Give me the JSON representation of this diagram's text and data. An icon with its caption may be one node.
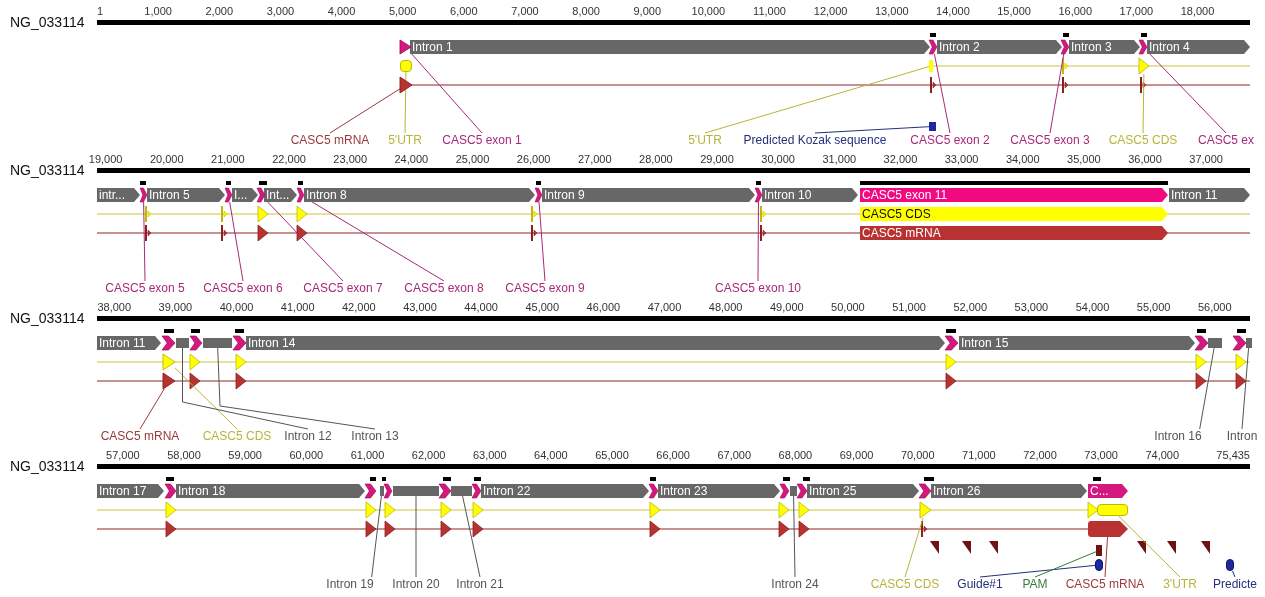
{
  "diagram": {
    "nodes": [
      {
        "text": [
          "Intron 1"
        ]
      },
      {
        "text": [
          "Intron 2"
        ]
      },
      {
        "text": [
          "Intron 3"
        ]
      },
      {
        "text": [
          "Intron 4"
        ]
      },
      {
        "text": [],
        "shape": "triangle"
      },
      {
        "text": [],
        "shape": "chevron"
      },
      {
        "text": [],
        "shape": "chevron"
      },
      {
        "text": [],
        "shape": "chevron"
      },
      {
        "text": [],
        "shape": "box"
      },
      {
        "text": [],
        "shape": "bar"
      },
      {
        "text": [],
        "shape": "triangle"
      },
      {
        "text": [],
        "shape": "triangle"
      },
      {
        "text": [],
        "shape": "bar"
      },
      {
        "text": [
          "CASC5 mRNA"
        ]
      },
      {
        "text": [
          "5'UTR"
        ]
      },
      {
        "text": [
          "CASC5 exon 1"
        ]
      },
      {
        "text": [
          "5'UTR"
        ]
      },
      {
        "text": [
          "Predicted Kozak sequence"
        ]
      },
      {
        "text": [
          "CASC5 exon 2"
        ]
      },
      {
        "text": [
          "CASC5 exon 3"
        ]
      },
      {
        "text": [
          "CASC5 CDS"
        ]
      },
      {
        "text": [
          "CASC5 ex"
        ]
      },
      {
        "text": [
          "intr..."
        ]
      },
      {
        "text": [
          "Intron 5"
        ]
      },
      {
        "text": [
          "I..."
        ]
      },
      {
        "text": [
          "Int..."
        ]
      },
      {
        "text": [
          "Intron 8"
        ]
      },
      {
        "text": [
          "Intron 9"
        ]
      },
      {
        "text": [
          "Intron 10"
        ]
      },
      {
        "text": [
          "CASC5 exon 11"
        ]
      },
      {
        "text": [
          "Intron 11"
        ]
      },
      {
        "text": [],
        "shape": "chevron"
      },
      {
        "text": [],
        "shape": "chevron"
      },
      {
        "text": [],
        "shape": "chevron"
      },
      {
        "text": [],
        "shape": "chevron"
      },
      {
        "text": [],
        "shape": "chevron"
      },
      {
        "text": [],
        "shape": "chevron"
      },
      {
        "text": [
          "CASC5 CDS"
        ]
      },
      {
        "text": [
          "CASC5 mRNA"
        ]
      },
      {
        "text": [
          "CASC5 exon 5"
        ]
      },
      {
        "text": [
          "CASC5 exon 6"
        ]
      },
      {
        "text": [
          "CASC5 exon 7"
        ]
      },
      {
        "text": [
          "CASC5 exon 8"
        ]
      },
      {
        "text": [
          "CASC5 exon 9"
        ]
      },
      {
        "text": [
          "CASC5 exon 10"
        ]
      },
      {
        "text": [
          "Intron 11"
        ]
      },
      {
        "text": [
          "Intron 14"
        ]
      },
      {
        "text": [
          "Intron 15"
        ]
      },
      {
        "text": [],
        "shape": "bar"
      },
      {
        "text": [],
        "shape": "bar"
      },
      {
        "text": [],
        "shape": "bar"
      },
      {
        "text": [],
        "shape": "bar"
      },
      {
        "text": [],
        "shape": "triangle"
      },
      {
        "text": [],
        "shape": "triangle"
      },
      {
        "text": [
          "CASC5 mRNA"
        ]
      },
      {
        "text": [
          "CASC5 CDS"
        ]
      },
      {
        "text": [
          "Intron 12"
        ]
      },
      {
        "text": [
          "Intron 13"
        ]
      },
      {
        "text": [
          "Intron 16"
        ]
      },
      {
        "text": [
          "Intron"
        ]
      },
      {
        "text": [
          "Intron 17"
        ]
      },
      {
        "text": [
          "Intron 18"
        ]
      },
      {
        "text": [
          "Intron 22"
        ]
      },
      {
        "text": [
          "Intron 23"
        ]
      },
      {
        "text": [
          "Intron 25"
        ]
      },
      {
        "text": [
          "Intron 26"
        ]
      },
      {
        "text": [
          "C..."
        ]
      },
      {
        "text": [],
        "shape": "bar"
      },
      {
        "text": [],
        "shape": "bar"
      },
      {
        "text": [],
        "shape": "bar"
      },
      {
        "text": [],
        "shape": "bar"
      },
      {
        "text": [],
        "shape": "triangle"
      },
      {
        "text": [],
        "shape": "box"
      },
      {
        "text": [],
        "shape": "arrow"
      },
      {
        "text": [],
        "shape": "bar"
      },
      {
        "text": [],
        "shape": "box"
      },
      {
        "text": [],
        "shape": "box"
      },
      {
        "text": [
          "Intron 19"
        ]
      },
      {
        "text": [
          "Intron 20"
        ]
      },
      {
        "text": [
          "Intron 21"
        ]
      },
      {
        "text": [
          "Intron 24"
        ]
      },
      {
        "text": [
          "CASC5 CDS"
        ]
      },
      {
        "text": [
          "Guide#1"
        ]
      },
      {
        "text": [
          "PAM"
        ]
      },
      {
        "text": [
          "CASC5 mRNA"
        ]
      },
      {
        "text": [
          "3'UTR"
        ]
      },
      {
        "text": [
          "Predicte"
        ]
      },
      {
        "text": [],
        "shape": "chevron"
      },
      {
        "text": [],
        "shape": "chevron"
      },
      {
        "text": [],
        "shape": "chevron"
      },
      {
        "text": [],
        "shape": "chevron"
      },
      {
        "text": [],
        "shape": "chevron"
      },
      {
        "text": [],
        "shape": "chevron"
      },
      {
        "text": [],
        "shape": "chevron"
      },
      {
        "text": [],
        "shape": "chevron"
      },
      {
        "text": [],
        "shape": "chevron"
      },
      {
        "text": [],
        "shape": "chevron"
      },
      {
        "text": [],
        "shape": "chevron"
      },
      {
        "text": [],
        "shape": "chevron"
      },
      {
        "text": [],
        "shape": "chevron"
      },
      {
        "text": [],
        "shape": "chevron"
      },
      {
        "text": [],
        "shape": "chevron"
      },
      {
        "text": [],
        "shape": "bar"
      }
    ],
    "edges": [
      {
        "from": 13,
        "to": 11,
        "arrow": "none",
        "color": "#9a3a3a"
      },
      {
        "from": 14,
        "to": 8,
        "arrow": "none",
        "color": "#b8b43a"
      },
      {
        "from": 15,
        "to": 4,
        "arrow": "none"
      },
      {
        "from": 16,
        "to": 9,
        "arrow": "none",
        "color": "#b8b43a"
      },
      {
        "from": 17,
        "to": 12,
        "arrow": "none",
        "color": "#24307a"
      },
      {
        "from": 18,
        "to": 5,
        "arrow": "none"
      },
      {
        "from": 19,
        "to": 6,
        "arrow": "none"
      },
      {
        "from": 20,
        "to": 10,
        "arrow": "none",
        "color": "#b8b43a"
      },
      {
        "from": 21,
        "to": 7,
        "arrow": "none"
      },
      {
        "from": 39,
        "to": 31,
        "arrow": "none"
      },
      {
        "from": 40,
        "to": 32,
        "arrow": "none"
      },
      {
        "from": 41,
        "to": 33,
        "arrow": "none"
      },
      {
        "from": 42,
        "to": 34,
        "arrow": "none"
      },
      {
        "from": 43,
        "to": 35,
        "arrow": "none"
      },
      {
        "from": 44,
        "to": 36,
        "arrow": "none"
      },
      {
        "from": 54,
        "to": 53,
        "arrow": "none",
        "color": "#9a3a3a"
      },
      {
        "from": 55,
        "to": 52,
        "arrow": "none",
        "color": "#b8b43a"
      },
      {
        "from": 56,
        "to": 48,
        "arrow": "none",
        "color": "#555555"
      },
      {
        "from": 57,
        "to": 49,
        "arrow": "none",
        "color": "#555555"
      },
      {
        "from": 58,
        "to": 50,
        "arrow": "none",
        "color": "#555555"
      },
      {
        "from": 59,
        "to": 51,
        "arrow": "none",
        "color": "#555555"
      },
      {
        "from": 77,
        "to": 67,
        "arrow": "none",
        "color": "#555555"
      },
      {
        "from": 78,
        "to": 68,
        "arrow": "none",
        "color": "#555555"
      },
      {
        "from": 79,
        "to": 69,
        "arrow": "none",
        "color": "#555555"
      },
      {
        "from": 80,
        "to": 70,
        "arrow": "none",
        "color": "#555555"
      },
      {
        "from": 81,
        "to": 71,
        "arrow": "none",
        "color": "#b8b43a"
      },
      {
        "from": 82,
        "to": 75,
        "arrow": "none",
        "color": "#24307a"
      },
      {
        "from": 83,
        "to": 74,
        "arrow": "none",
        "color": "#3a7a3a"
      },
      {
        "from": 84,
        "to": 73,
        "arrow": "none",
        "color": "#9a3a3a"
      },
      {
        "from": 85,
        "to": 72,
        "arrow": "none",
        "color": "#b8b43a"
      },
      {
        "from": 86,
        "to": 76,
        "arrow": "none",
        "color": "#24307a"
      }
    ],
    "labels": [
      "1",
      "1,000",
      "2,000",
      "3,000",
      "4,000",
      "5,000",
      "6,000",
      "7,000",
      "8,000",
      "9,000",
      "10,000",
      "11,000",
      "12,000",
      "13,000",
      "14,000",
      "15,000",
      "16,000",
      "17,000",
      "18,000",
      "NG_033114",
      "19,000",
      "20,000",
      "21,000",
      "22,000",
      "23,000",
      "24,000",
      "25,000",
      "26,000",
      "27,000",
      "28,000",
      "29,000",
      "30,000",
      "31,000",
      "32,000",
      "33,000",
      "34,000",
      "35,000",
      "36,000",
      "37,000",
      "NG_033114",
      "38,000",
      "39,000",
      "40,000",
      "41,000",
      "42,000",
      "43,000",
      "44,000",
      "45,000",
      "46,000",
      "47,000",
      "48,000",
      "49,000",
      "50,000",
      "51,000",
      "52,000",
      "53,000",
      "54,000",
      "55,000",
      "56,000",
      "NG_033114",
      "57,000",
      "58,000",
      "59,000",
      "60,000",
      "61,000",
      "62,000",
      "63,000",
      "64,000",
      "65,000",
      "66,000",
      "67,000",
      "68,000",
      "69,000",
      "70,000",
      "71,000",
      "72,000",
      "73,000",
      "74,000",
      "75,435",
      "NG_033114"
    ]
  }
}
